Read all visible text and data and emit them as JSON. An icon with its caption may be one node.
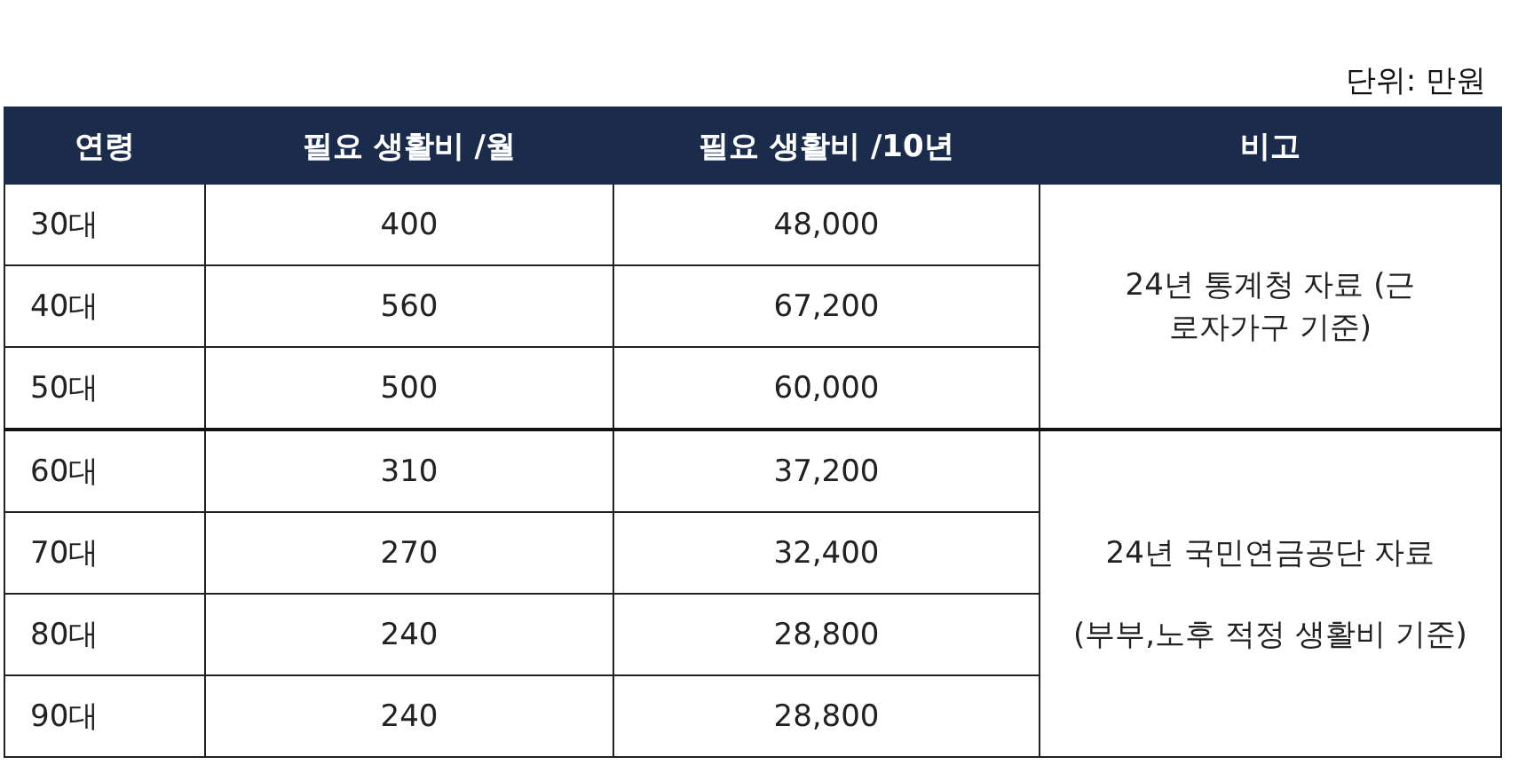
{
  "diagram": {
    "labels": [
      "단위: 만원",
      "연령",
      "필요 생활비 /월",
      "필요 생활비 /10년",
      "비고",
      "30대",
      "400",
      "48,000",
      "24년 통계청 자료 (근로자가구 기준)",
      "40대",
      "560",
      "67,200",
      "50대",
      "500",
      "60,000",
      "60대",
      "310",
      "37,200",
      "24년 국민연금공단 자료",
      "(부부,노후 적정 생활비 기준)",
      "70대",
      "270",
      "32,400",
      "80대",
      "240",
      "28,800",
      "90대",
      "240",
      "28,800"
    ]
  }
}
